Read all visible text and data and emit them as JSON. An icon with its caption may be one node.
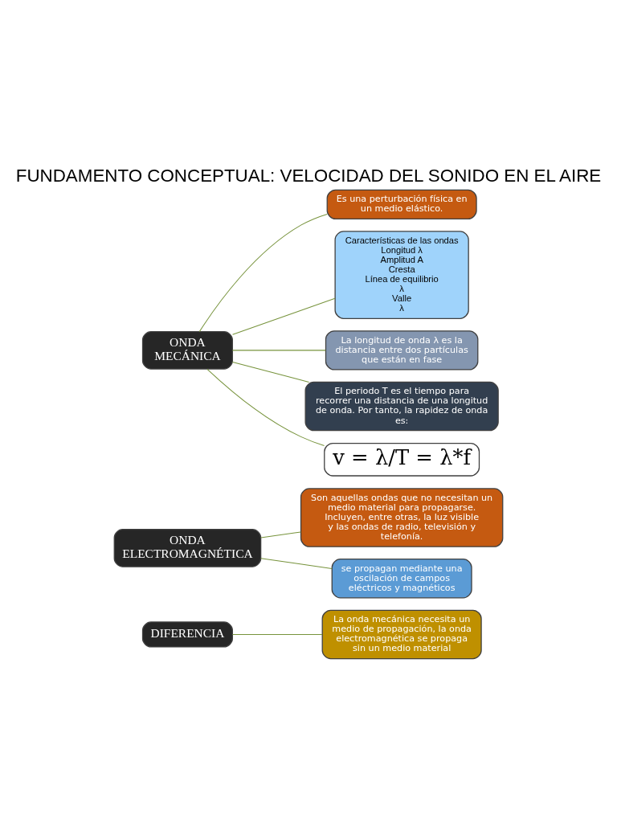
{
  "diagram": {
    "title": "FUNDAMENTO CONCEPTUAL: VELOCIDAD DEL SONIDO EN EL AIRE",
    "nodes": [
      {
        "text": [
          "ONDA MECÁNICA"
        ]
      },
      {
        "text": [
          "Es una perturbación física en un medio elástico."
        ]
      },
      {
        "text": [
          "Características de las ondas",
          "Longitud λ",
          "Amplitud A",
          "Cresta",
          "Línea de equilibrio",
          "λ",
          "Valle",
          "λ"
        ]
      },
      {
        "text": [
          "La longitud de onda λ es la distancia entre dos partículas que están en fase"
        ]
      },
      {
        "text": [
          "El periodo T es el tiempo para recorrer una distancia de una longitud de onda. Por tanto, la rapidez de onda es:"
        ]
      },
      {
        "text": [
          "v = λ/T = λ*f"
        ]
      },
      {
        "text": [
          "ONDA ELECTROMAGNÉTICA"
        ]
      },
      {
        "text": [
          "Son aquellas ondas que no necesitan un medio material para propagarse. Incluyen, entre otras, la luz visible y las ondas de radio, televisión y telefonía."
        ]
      },
      {
        "text": [
          "se propagan mediante una oscilación de campos eléctricos y magnéticos"
        ]
      },
      {
        "text": [
          "DIFERENCIA"
        ]
      },
      {
        "text": [
          "La onda mecánica necesita un medio de propagación, la onda electromagnética se propaga sin un medio material"
        ]
      }
    ],
    "edges": [
      {
        "from": 0,
        "to": 1,
        "arrow": "none"
      },
      {
        "from": 0,
        "to": 2,
        "arrow": "none"
      },
      {
        "from": 0,
        "to": 3,
        "arrow": "none"
      },
      {
        "from": 0,
        "to": 4,
        "arrow": "none"
      },
      {
        "from": 0,
        "to": 5,
        "arrow": "none"
      },
      {
        "from": 6,
        "to": 7,
        "arrow": "none"
      },
      {
        "from": 6,
        "to": 8,
        "arrow": "none"
      },
      {
        "from": 9,
        "to": 10,
        "arrow": "none"
      }
    ]
  }
}
